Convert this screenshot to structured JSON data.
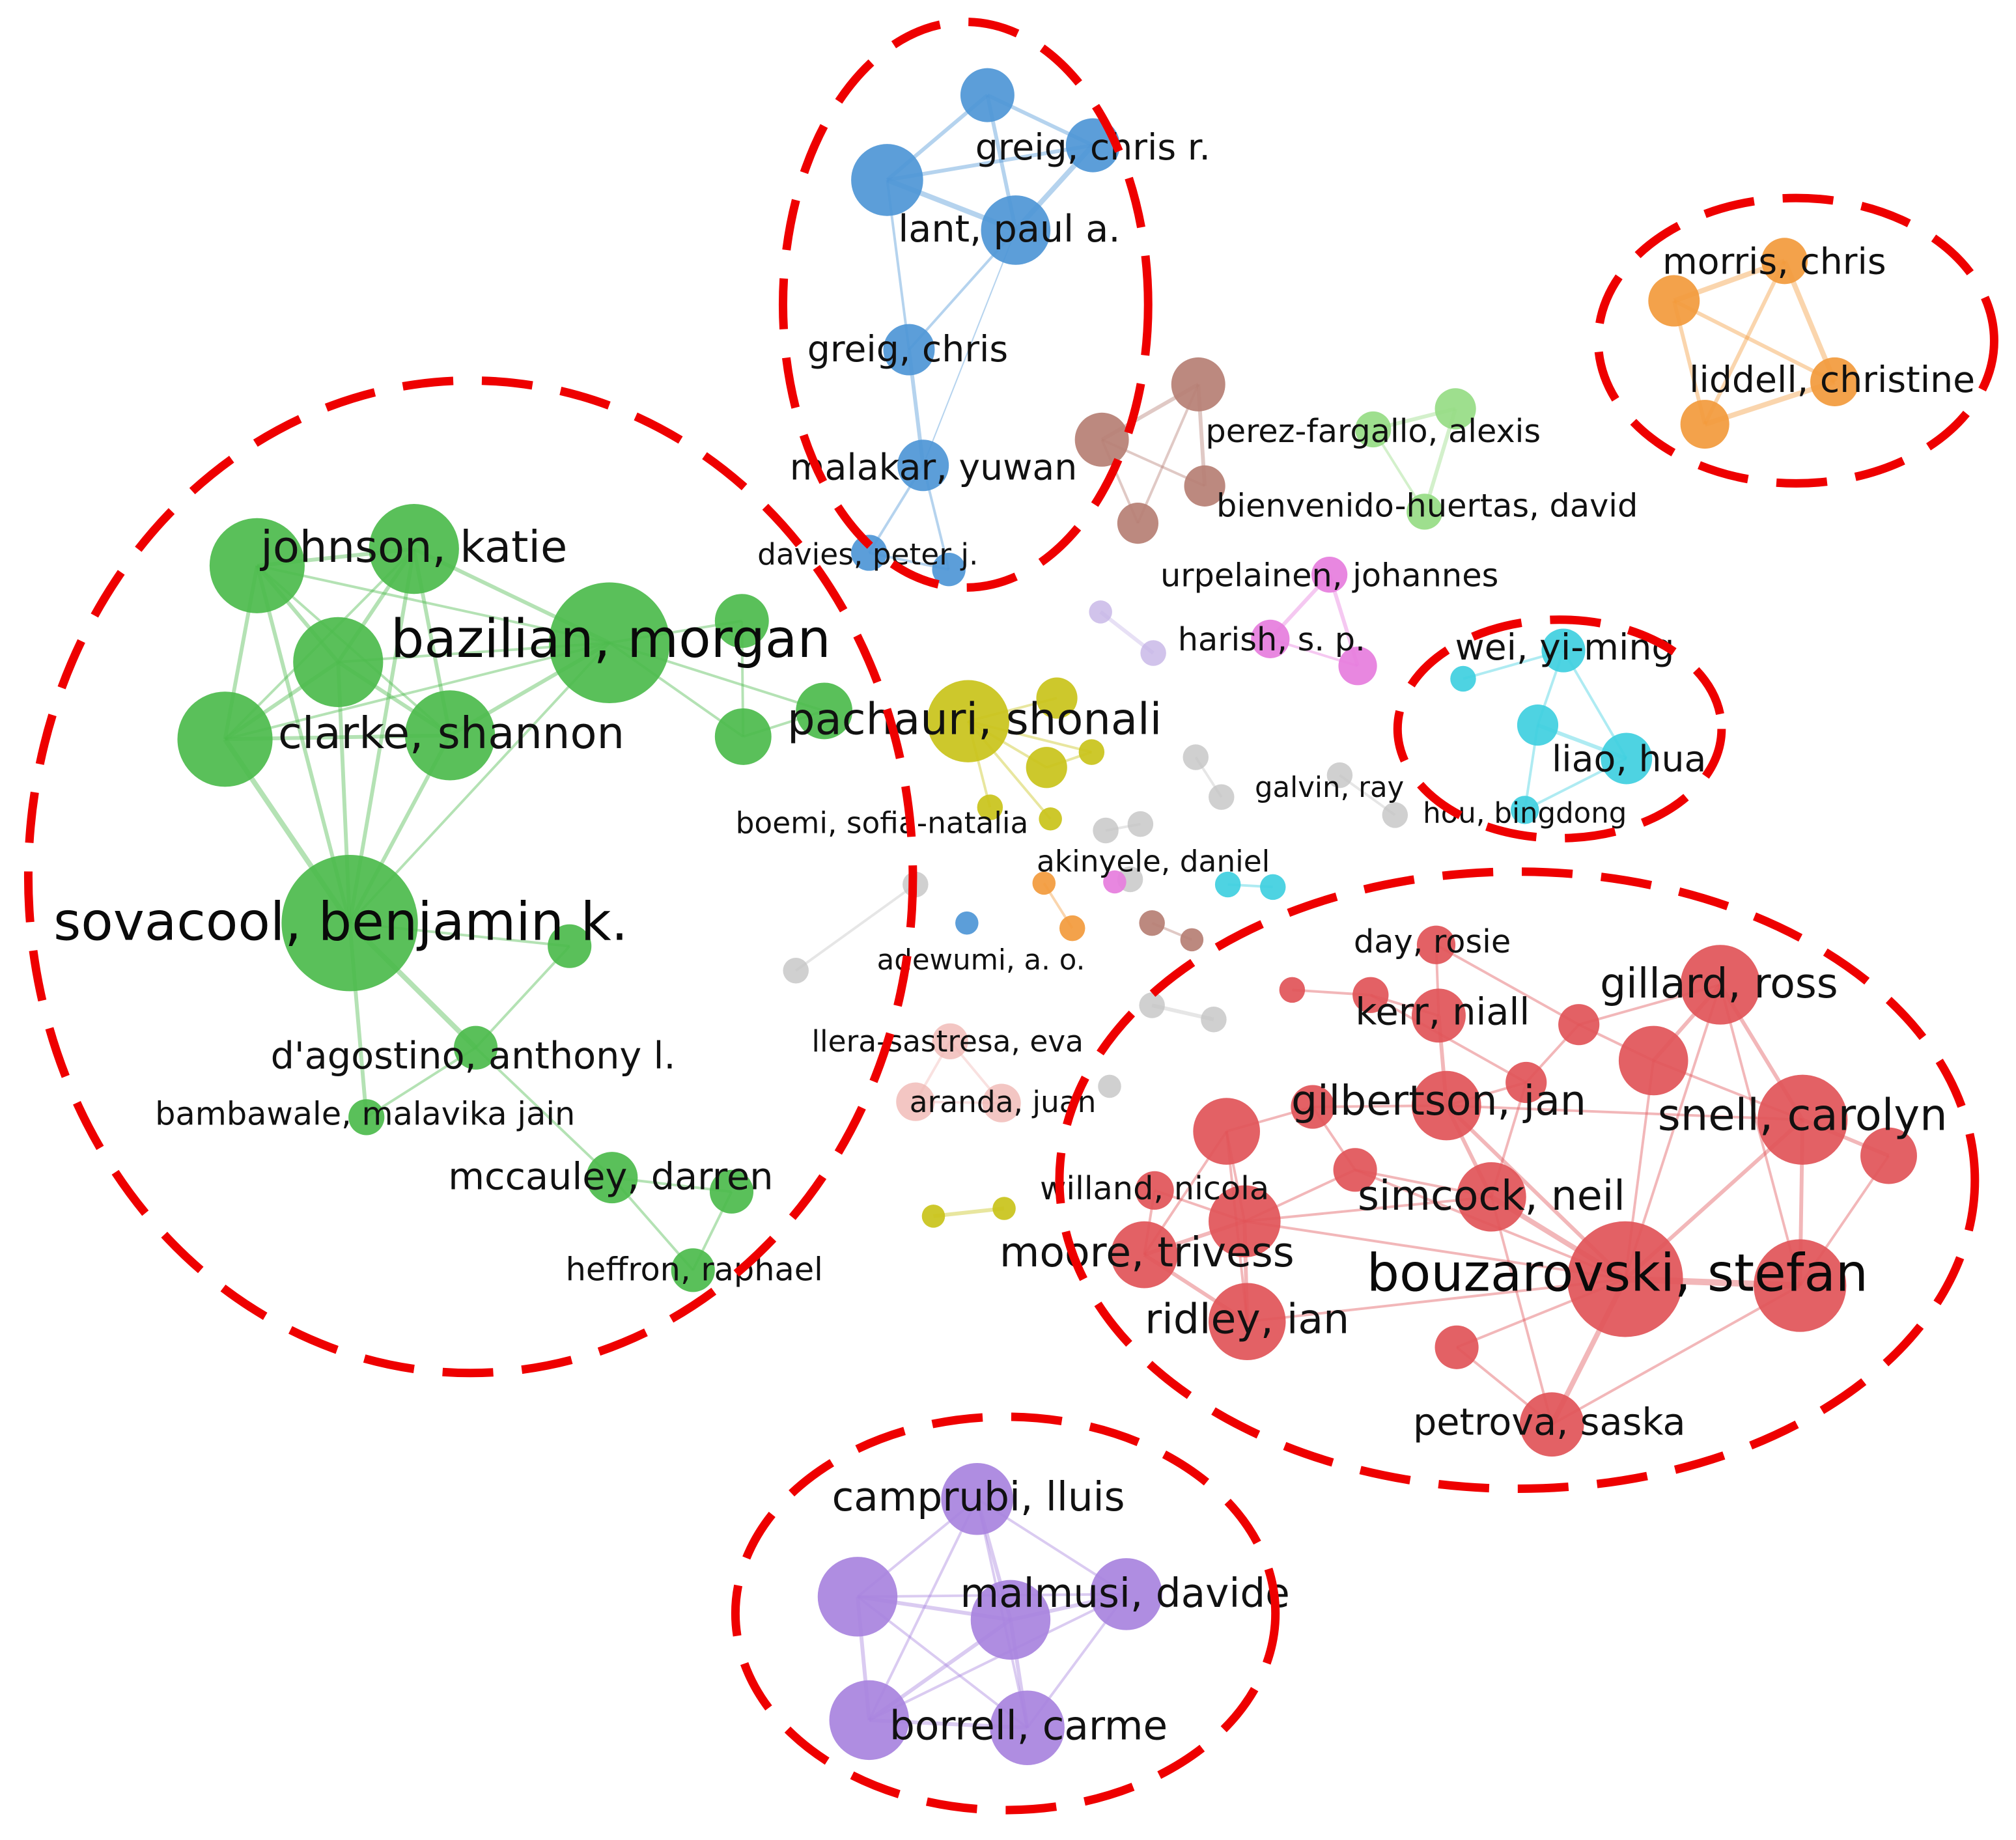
{
  "colors": {
    "green": "#4cbb4c",
    "blue": "#4e96d6",
    "orange": "#f29a3c",
    "brown": "#b67f74",
    "lightgreen": "#96dc84",
    "pink": "#e67ddd",
    "cyan": "#3fcfe0",
    "yellow": "#c9c31a",
    "red": "#e15458",
    "purple": "#a883de",
    "gray": "#c4c4c4",
    "lavender": "#c5b4e6",
    "peach": "#f0b8b4",
    "cluster_ring": "#ee0000"
  },
  "labels": {
    "greig_chris_r": "greig, chris r.",
    "lant_paul_a": "lant, paul a.",
    "greig_chris": "greig, chris",
    "malakar_yuwan": "malakar, yuwan",
    "davies_peter_j": "davies, peter j.",
    "morris_chris": "morris, chris",
    "liddell_christine": "liddell, christine",
    "perez_fargallo_alexis": "perez-fargallo, alexis",
    "bienvenido_huertas_david": "bienvenido-huertas, david",
    "urpelainen_johannes": "urpelainen, johannes",
    "harish_s_p": "harish, s. p.",
    "wei_yi_ming": "wei, yi-ming",
    "liao_hua": "liao, hua",
    "hou_bingdong": "hou, bingdong",
    "galvin_ray": "galvin, ray",
    "johnson_katie": "johnson, katie",
    "bazilian_morgan": "bazilian, morgan",
    "clarke_shannon": "clarke, shannon",
    "pachauri_shonali": "pachauri, shonali",
    "boemi_sofia_natalia": "boemi, sofia-natalia",
    "akinyele_daniel": "akinyele, daniel",
    "sovacool_benjamin_k": "sovacool, benjamin k.",
    "adewumi_a_o": "adewumi, a. o.",
    "dagostino_anthony_l": "d'agostino, anthony l.",
    "bambawale_malavika_jain": "bambawale, malavika jain",
    "llera_sastresa_eva": "llera-sastresa, eva",
    "aranda_juan": "aranda, juan",
    "mccauley_darren": "mccauley, darren",
    "heffron_raphael": "heffron, raphael",
    "day_rosie": "day, rosie",
    "kerr_niall": "kerr, niall",
    "gillard_ross": "gillard, ross",
    "gilbertson_jan": "gilbertson, jan",
    "snell_carolyn": "snell, carolyn",
    "willand_nicola": "willand, nicola",
    "simcock_neil": "simcock, neil",
    "moore_trivess": "moore, trivess",
    "bouzarovski_stefan": "bouzarovski, stefan",
    "ridley_ian": "ridley, ian",
    "petrova_saska": "petrova, saska",
    "camprubi_lluis": "camprubi, lluis",
    "malmusi_davide": "malmusi, davide",
    "borrell_carme": "borrell, carme"
  }
}
